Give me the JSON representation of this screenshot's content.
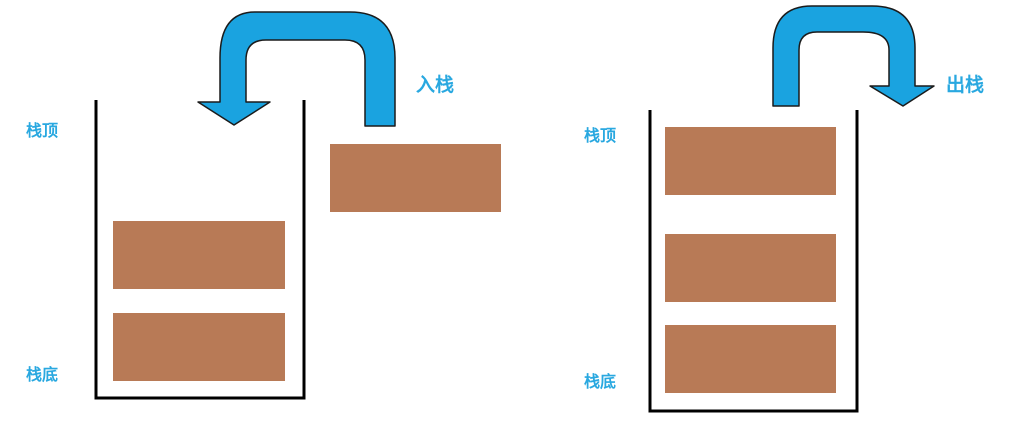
{
  "colors": {
    "block": "#b87a56",
    "arrow_fill": "#1aa3e0",
    "arrow_stroke": "#1b1b1b",
    "label": "#29a8e0",
    "container": "#000000"
  },
  "left_diagram": {
    "top_label": "栈顶",
    "bottom_label": "栈底",
    "arrow_label": "入栈",
    "stacked_blocks": 2,
    "incoming_blocks": 1
  },
  "right_diagram": {
    "top_label": "栈顶",
    "bottom_label": "栈底",
    "arrow_label": "出栈",
    "stacked_blocks": 3
  }
}
